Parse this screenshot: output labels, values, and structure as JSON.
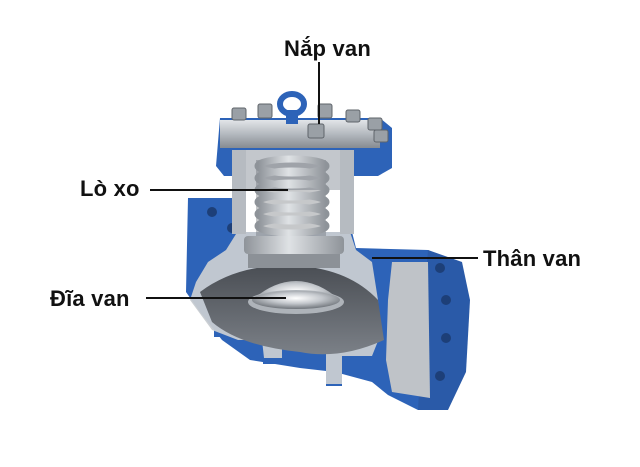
{
  "labels": {
    "cover": "Nắp van",
    "spring": "Lò xo",
    "body": "Thân van",
    "disc": "Đĩa van"
  },
  "colors": {
    "body_blue": "#2d63b8",
    "steel_light": "#c9cdd2",
    "steel_mid": "#a9aeb4",
    "steel_dark": "#7d8288",
    "leader_line": "#111111"
  }
}
